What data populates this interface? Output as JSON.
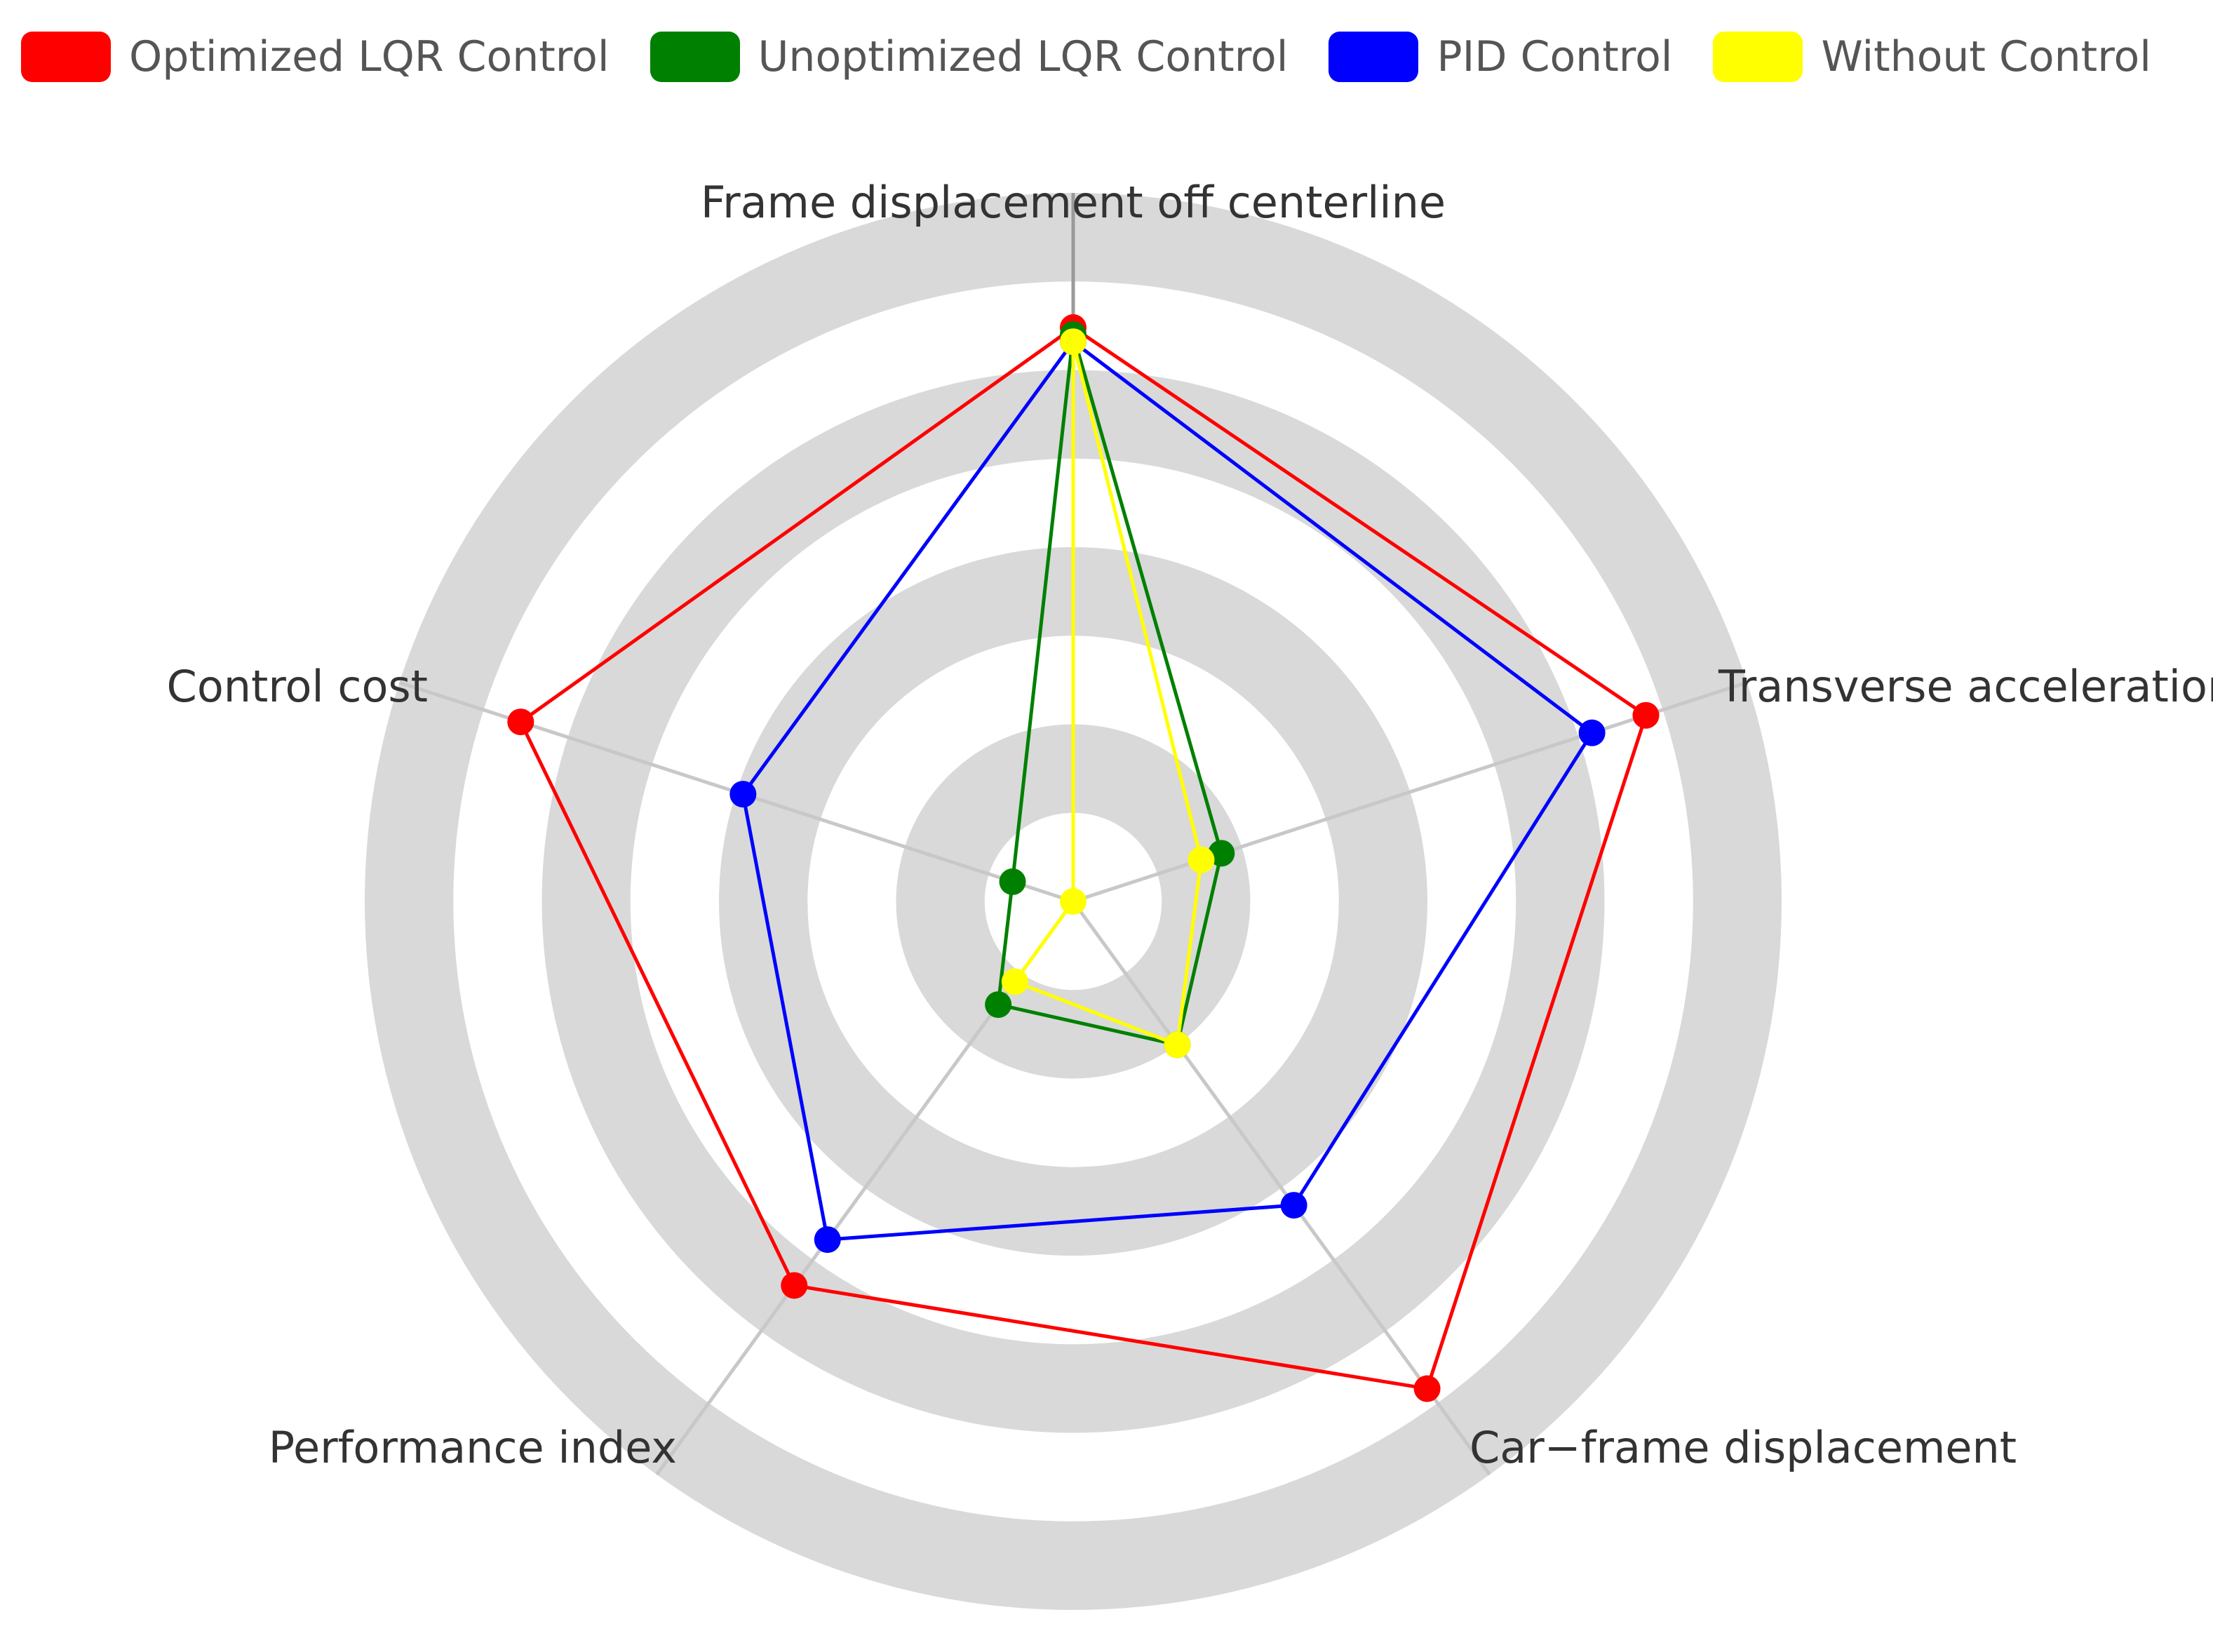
{
  "chart_data": {
    "type": "radar",
    "axes": [
      "Frame displacement off centerline",
      "Transverse acceleration",
      "Car−frame displacement",
      "Performance index",
      "Control cost"
    ],
    "range": [
      0,
      1
    ],
    "rings": 4,
    "grid": true,
    "legend_position": "top",
    "series": [
      {
        "name": "Optimized LQR Control",
        "color": "#ff0000",
        "values": [
          0.81,
          0.85,
          0.85,
          0.67,
          0.82
        ]
      },
      {
        "name": "Unoptimized LQR Control",
        "color": "#008000",
        "values": [
          0.8,
          0.22,
          0.25,
          0.18,
          0.09
        ]
      },
      {
        "name": "PID Control",
        "color": "#0000ff",
        "values": [
          0.79,
          0.77,
          0.53,
          0.59,
          0.49
        ]
      },
      {
        "name": "Without Control",
        "color": "#ffff00",
        "values": [
          0.79,
          0.19,
          0.25,
          0.14,
          0.0
        ]
      }
    ]
  }
}
